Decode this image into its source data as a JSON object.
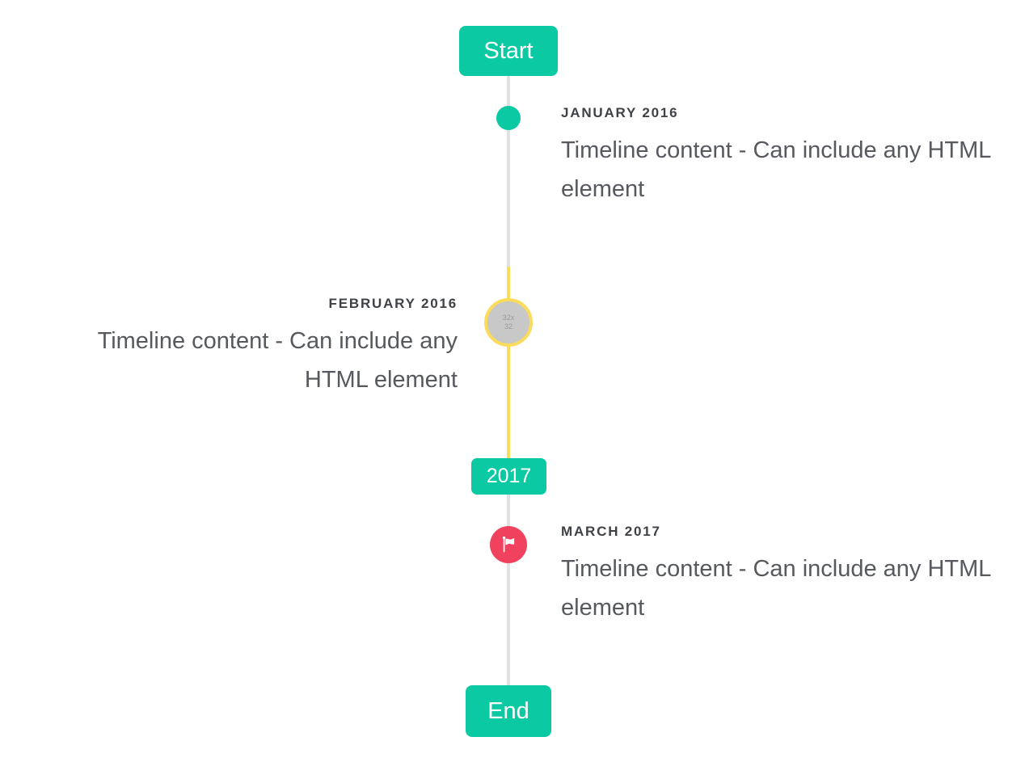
{
  "timeline": {
    "start_badge": "Start",
    "year_badge": "2017",
    "end_badge": "End",
    "entries": [
      {
        "month": "JANUARY 2016",
        "content": "Timeline content - Can include any HTML element",
        "side": "right",
        "marker": "teal-dot"
      },
      {
        "month": "FEBRUARY 2016",
        "content": "Timeline content - Can include any HTML element",
        "side": "left",
        "marker": "gray-image-circle-highlighted"
      },
      {
        "month": "MARCH 2017",
        "content": "Timeline content - Can include any HTML element",
        "side": "right",
        "marker": "red-flag-circle"
      }
    ],
    "february_marker_placeholder": "32x32"
  },
  "colors": {
    "accent_teal": "#0bc9a2",
    "highlight_yellow": "#fbdb5b",
    "line_gray": "#e1e1e1",
    "marker_gray": "#c8c8c8",
    "flag_red": "#f0415f",
    "heading_text": "#3e4146",
    "body_text": "#56595e"
  }
}
